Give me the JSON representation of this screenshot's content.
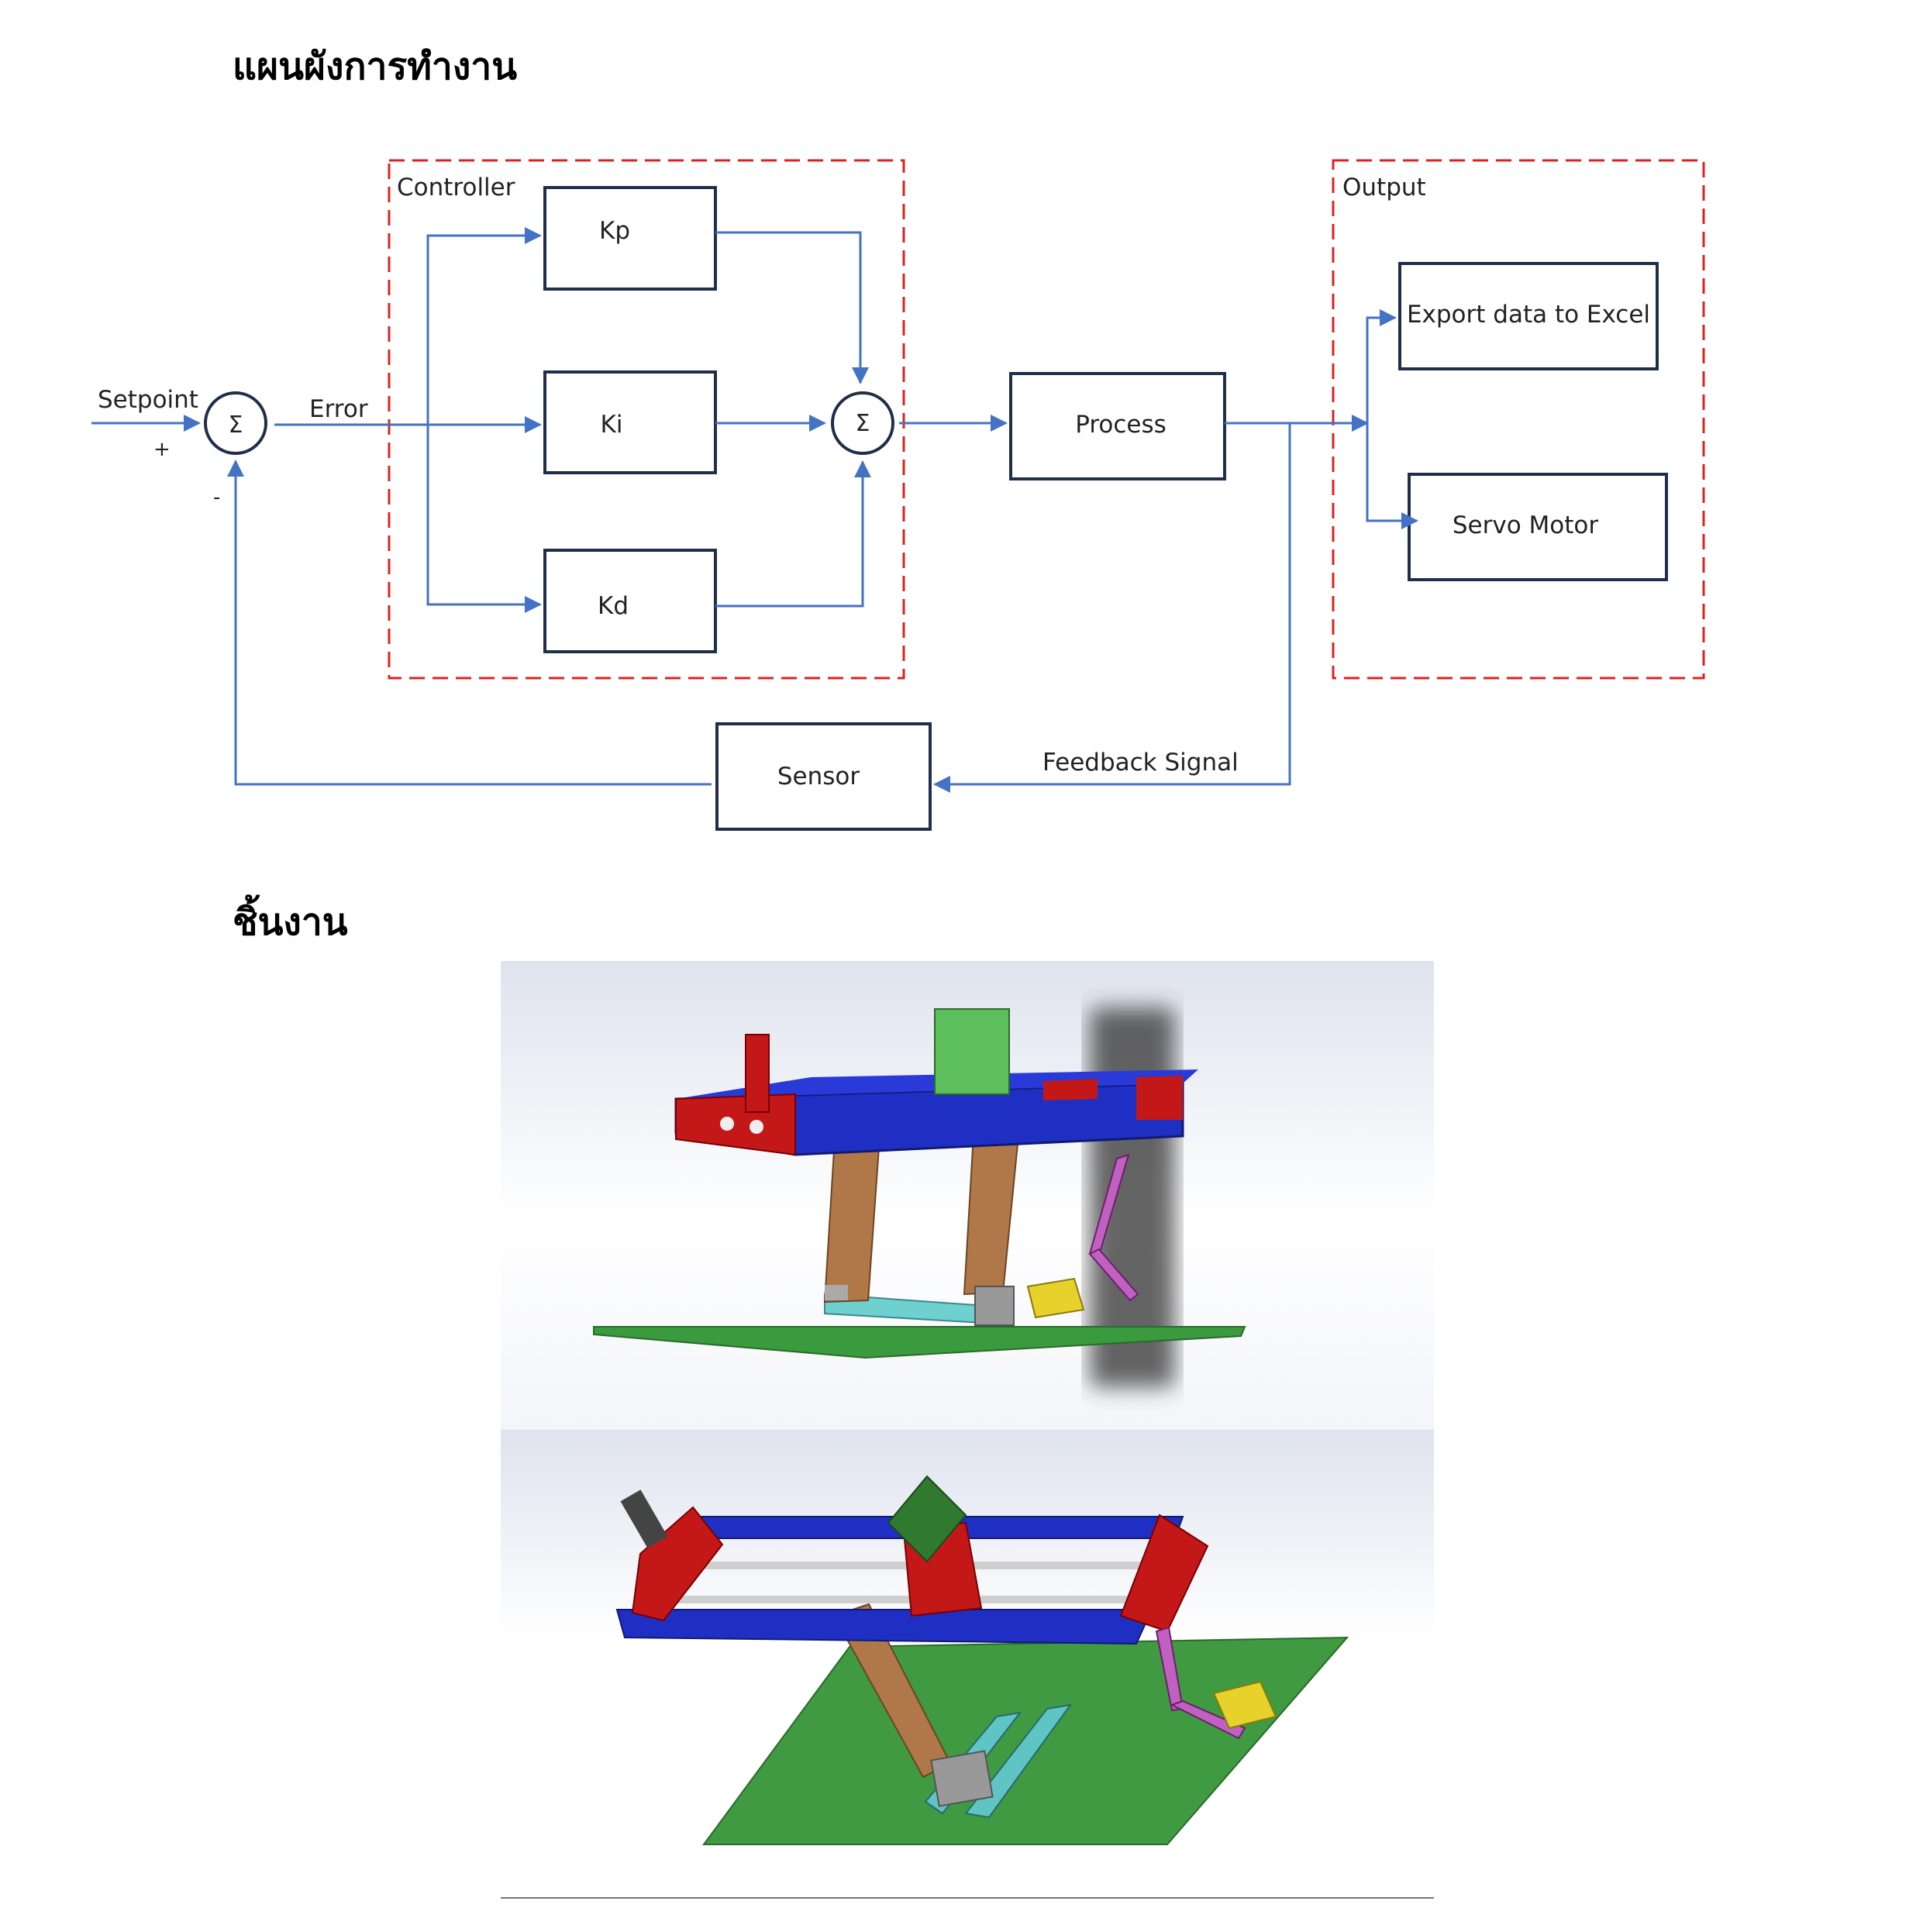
{
  "headings": {
    "flowchart": "แผนผังการทำงาน",
    "workpiece": "ชิ้นงาน"
  },
  "diagram": {
    "controller_group": "Controller",
    "output_group": "Output",
    "blocks": {
      "kp": "Kp",
      "ki": "Ki",
      "kd": "Kd",
      "process": "Process",
      "export": "Export data to Excel",
      "servo": "Servo Motor",
      "sensor": "Sensor"
    },
    "summing_symbol": "Σ",
    "labels": {
      "setpoint": "Setpoint",
      "plus": "+",
      "minus": "-",
      "error": "Error",
      "feedback": "Feedback Signal"
    },
    "colors": {
      "arrow": "#4472c4",
      "block_border": "#1f2f4a",
      "dashed_group": "#e02020"
    }
  },
  "renders": {
    "top_view": "cad-render-side",
    "bottom_view": "cad-render-top"
  }
}
